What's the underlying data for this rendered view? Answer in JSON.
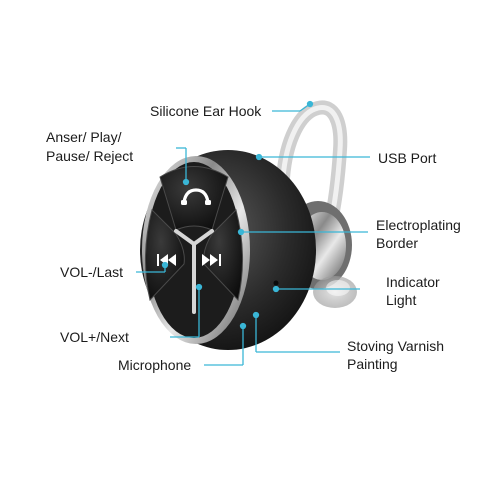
{
  "accent_color": "#3ab6d6",
  "labels": {
    "silicone_ear_hook": "Silicone Ear Hook",
    "answer_line1": "Anser/ Play/",
    "answer_line2": "Pause/ Reject",
    "usb_port": "USB Port",
    "electroplating_line1": "Electroplating",
    "electroplating_line2": "Border",
    "vol_minus": "VOL-/Last",
    "indicator_line1": "Indicator",
    "indicator_line2": "Light",
    "vol_plus": "VOL+/Next",
    "stoving_line1": "Stoving Varnish",
    "stoving_line2": "Painting",
    "microphone": "Microphone"
  },
  "icons": {
    "answer_button": "phone-handset-icon",
    "last_button": "rewind-icon",
    "next_button": "fast-forward-icon"
  }
}
